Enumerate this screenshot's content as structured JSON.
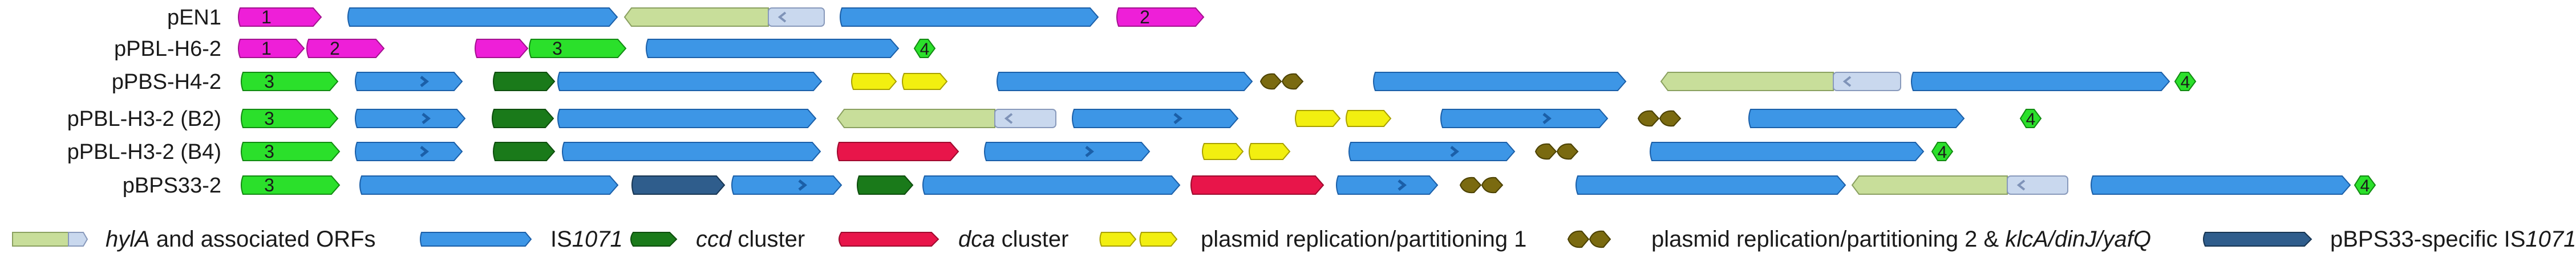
{
  "colors": {
    "hylA": "#c8de9a",
    "IS1071": "#3d96e6",
    "ccd": "#1a7a1a",
    "dca": "#e8154a",
    "rep1": "#f2ef10",
    "rep2": "#7a6a10",
    "pBPS33_IS1071": "#2f5d8c",
    "magenta": "#ee1fd8",
    "green": "#2be02b",
    "pale": "#c9d8ee"
  },
  "rows": [
    {
      "name": "pEN1",
      "elements": [
        {
          "type": "magenta",
          "label": "1"
        },
        {
          "type": "IS1071",
          "chevron": false
        },
        {
          "type": "hylA",
          "reverse": true
        },
        {
          "type": "IS1071",
          "chevron": false
        },
        {
          "type": "magenta",
          "label": "2"
        }
      ]
    },
    {
      "name": "pPBL-H6-2",
      "elements": [
        {
          "type": "magenta",
          "label": "1"
        },
        {
          "type": "magenta",
          "label": "2"
        },
        {
          "type": "magenta",
          "label": ""
        },
        {
          "type": "green",
          "label": "3"
        },
        {
          "type": "IS1071",
          "chevron": false
        },
        {
          "type": "marker",
          "label": "4"
        }
      ]
    },
    {
      "name": "pPBS-H4-2",
      "elements": [
        {
          "type": "green",
          "label": "3"
        },
        {
          "type": "IS1071",
          "chevron": true
        },
        {
          "type": "ccd"
        },
        {
          "type": "IS1071",
          "chevron": false
        },
        {
          "type": "rep1"
        },
        {
          "type": "IS1071",
          "chevron": false
        },
        {
          "type": "rep2"
        },
        {
          "type": "IS1071",
          "chevron": false
        },
        {
          "type": "hylA",
          "reverse": true
        },
        {
          "type": "IS1071",
          "chevron": false
        },
        {
          "type": "marker",
          "label": "4"
        }
      ]
    },
    {
      "name": "pPBL-H3-2 (B2)",
      "elements": [
        {
          "type": "green",
          "label": "3"
        },
        {
          "type": "IS1071",
          "chevron": true
        },
        {
          "type": "ccd"
        },
        {
          "type": "IS1071",
          "chevron": false
        },
        {
          "type": "hylA",
          "reverse": true
        },
        {
          "type": "IS1071",
          "chevron": true
        },
        {
          "type": "rep1"
        },
        {
          "type": "IS1071",
          "chevron": true
        },
        {
          "type": "rep2"
        },
        {
          "type": "IS1071",
          "chevron": false
        },
        {
          "type": "marker",
          "label": "4"
        }
      ]
    },
    {
      "name": "pPBL-H3-2 (B4)",
      "elements": [
        {
          "type": "green",
          "label": "3"
        },
        {
          "type": "IS1071",
          "chevron": true
        },
        {
          "type": "ccd"
        },
        {
          "type": "IS1071",
          "chevron": false
        },
        {
          "type": "dca"
        },
        {
          "type": "IS1071",
          "chevron": true
        },
        {
          "type": "rep1"
        },
        {
          "type": "IS1071",
          "chevron": true
        },
        {
          "type": "rep2"
        },
        {
          "type": "IS1071",
          "chevron": false
        },
        {
          "type": "marker",
          "label": "4"
        }
      ]
    },
    {
      "name": "pBPS33-2",
      "elements": [
        {
          "type": "green",
          "label": "3"
        },
        {
          "type": "IS1071",
          "chevron": false
        },
        {
          "type": "pBPS33_IS1071"
        },
        {
          "type": "IS1071",
          "chevron": true
        },
        {
          "type": "ccd"
        },
        {
          "type": "IS1071",
          "chevron": false
        },
        {
          "type": "dca"
        },
        {
          "type": "IS1071",
          "chevron": true
        },
        {
          "type": "rep2"
        },
        {
          "type": "IS1071",
          "chevron": false
        },
        {
          "type": "hylA",
          "reverse": true
        },
        {
          "type": "IS1071",
          "chevron": false
        },
        {
          "type": "marker",
          "label": "4"
        }
      ]
    }
  ],
  "legend": [
    {
      "type": "hylA",
      "italic": "hylA",
      "text": " and associated ORFs"
    },
    {
      "type": "IS1071",
      "text": "IS",
      "italic_after": "1071"
    },
    {
      "type": "ccd",
      "italic": "ccd",
      "text": " cluster"
    },
    {
      "type": "dca",
      "italic": "dca",
      "text": " cluster"
    },
    {
      "type": "rep1",
      "text": "plasmid replication/partitioning 1"
    },
    {
      "type": "rep2",
      "text": "plasmid replication/partitioning 2 & ",
      "italic_after": "klcA/dinJ/yafQ"
    },
    {
      "type": "pBPS33_IS1071",
      "text": "pBPS33-specific  IS",
      "italic_after": "1071"
    }
  ]
}
